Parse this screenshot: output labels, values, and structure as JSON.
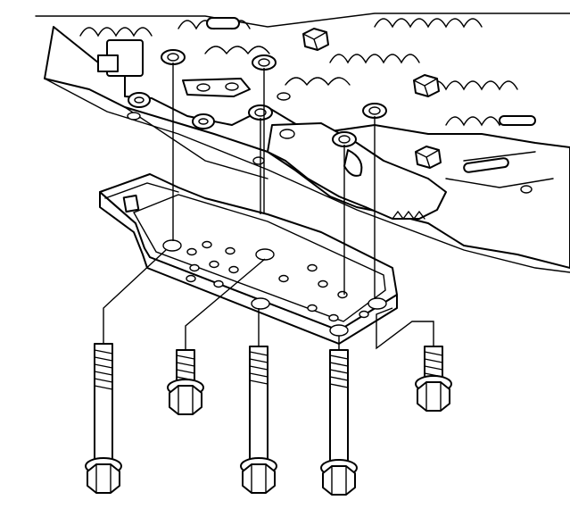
{
  "figure": {
    "type": "exploded-assembly-line-drawing",
    "colors": {
      "ink": "#000000",
      "paper": "#ffffff"
    },
    "parts": {
      "valve_body": "upper",
      "cover_plate": "middle",
      "long_bolts": 3,
      "short_bolts": 2
    }
  }
}
